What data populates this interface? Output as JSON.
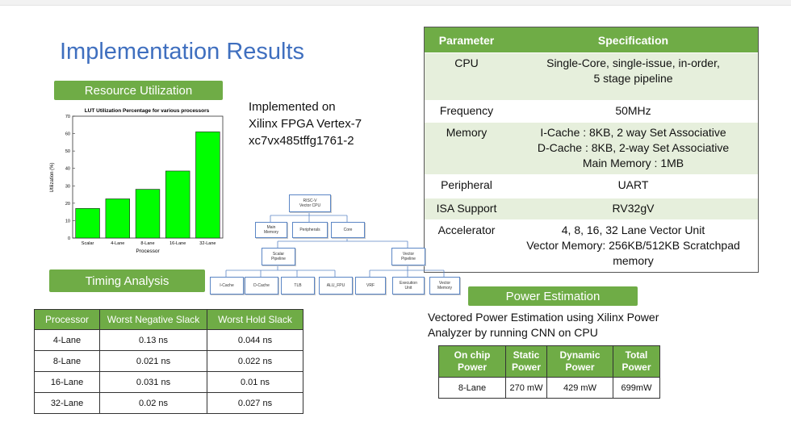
{
  "slide": {
    "title": "Implementation Results"
  },
  "labels": {
    "resource": "Resource Utilization",
    "timing": "Timing Analysis",
    "power": "Power Estimation"
  },
  "implemented_text": "Implemented on\nXilinx FPGA Vertex-7\nxc7vx485tffg1761-2",
  "chart_data": {
    "type": "bar",
    "title": "LUT Utilization Percentage for various processors",
    "xlabel": "Processor",
    "ylabel": "Utilization (%)",
    "categories": [
      "Scalar",
      "4-Lane",
      "8-Lane",
      "16-Lane",
      "32-Lane"
    ],
    "values": [
      17,
      22.5,
      28,
      38.5,
      61
    ],
    "ylim": [
      0,
      70
    ],
    "yticks": [
      "0",
      "10",
      "20",
      "30",
      "40",
      "50",
      "60",
      "70"
    ],
    "bar_color": "#00ff00",
    "grid": false
  },
  "spec_table": {
    "headers": [
      "Parameter",
      "Specification"
    ],
    "rows": [
      {
        "param": "CPU",
        "spec": "Single-Core, single-issue, in-order,\n5 stage pipeline"
      },
      {
        "param": "Frequency",
        "spec": "50MHz"
      },
      {
        "param": "Memory",
        "spec": "I-Cache : 8KB, 2 way Set Associative\nD-Cache : 8KB, 2-way Set Associative\nMain Memory : 1MB"
      },
      {
        "param": "Peripheral",
        "spec": "UART"
      },
      {
        "param": "ISA Support",
        "spec": "RV32gV"
      },
      {
        "param": "Accelerator",
        "spec": "4, 8, 16, 32 Lane Vector Unit\nVector Memory: 256KB/512KB Scratchpad\nmemory"
      }
    ]
  },
  "diagram": {
    "root": "RISC-V\nVector CPU",
    "main_memory": "Main\nMemory",
    "peripherals": "Peripherals",
    "core": "Core",
    "scalar_pipeline": "Scalar\nPipeline",
    "vector_pipeline": "Vector\nPipeline",
    "icache": "I-Cache",
    "dcache": "D-Cache",
    "tlb": "TLB",
    "alu_fpu": "ALU_FPU",
    "vrf": "VRF",
    "execution_unit": "Execution\nUnit",
    "vector_memory": "Vector\nMemory"
  },
  "timing_table": {
    "headers": [
      "Processor",
      "Worst Negative Slack",
      "Worst Hold Slack"
    ],
    "rows": [
      [
        "4-Lane",
        "0.13 ns",
        "0.044 ns"
      ],
      [
        "8-Lane",
        "0.021 ns",
        "0.022 ns"
      ],
      [
        "16-Lane",
        "0.031 ns",
        "0.01 ns"
      ],
      [
        "32-Lane",
        "0.02 ns",
        "0.027 ns"
      ]
    ]
  },
  "power_text": "Vectored Power Estimation using Xilinx Power\nAnalyzer by running CNN on CPU",
  "power_table": {
    "headers": [
      "On chip\nPower",
      "Static\nPower",
      "Dynamic\nPower",
      "Total\nPower"
    ],
    "rows": [
      [
        "8-Lane",
        "270 mW",
        "429 mW",
        "699mW"
      ]
    ]
  },
  "colors": {
    "accent_green": "#6fac46",
    "title_blue": "#3f6fbf",
    "alt_row": "#e6efdc"
  }
}
